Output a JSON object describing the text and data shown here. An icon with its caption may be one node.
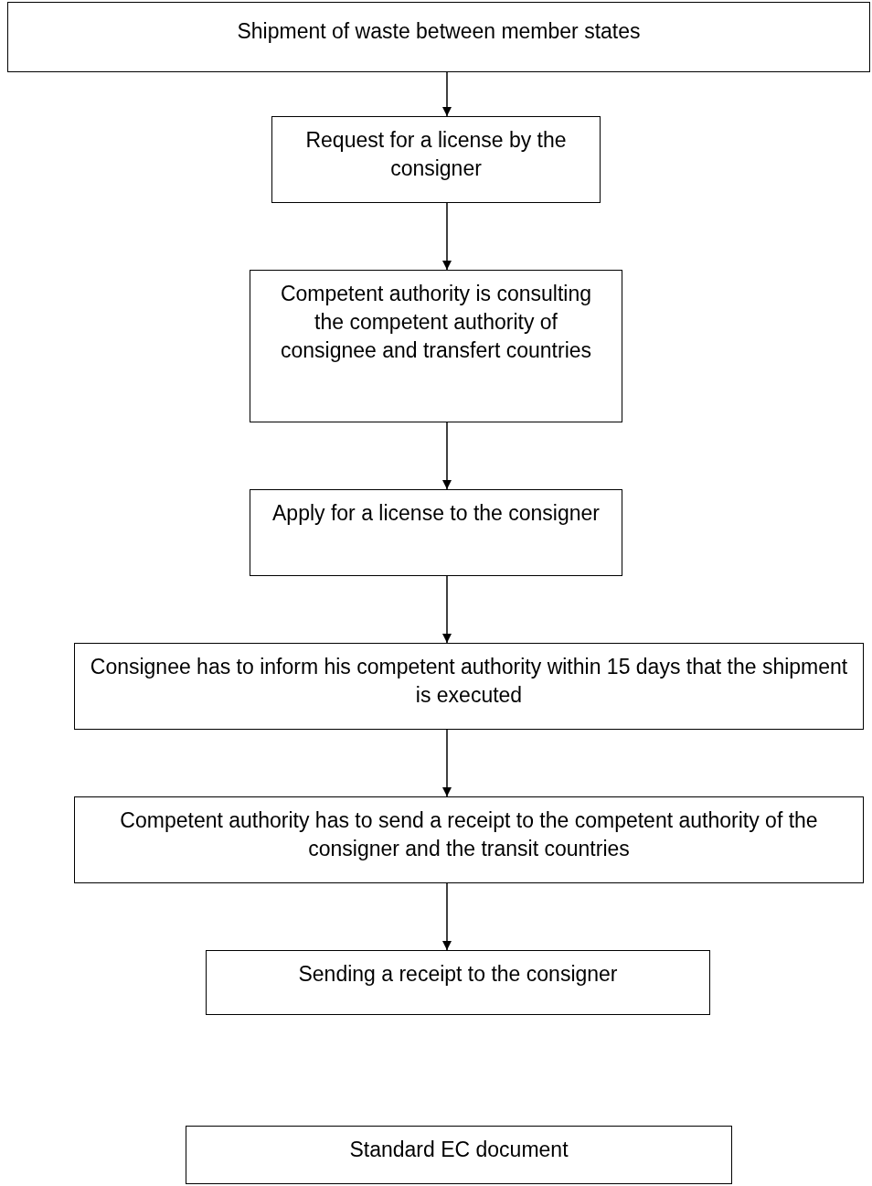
{
  "diagram": {
    "nodes": [
      {
        "text": [
          "Shipment of waste between member states"
        ]
      },
      {
        "text": [
          "Request for a license by the consigner"
        ]
      },
      {
        "text": [
          "Competent authority is consulting the competent authority of consignee and transfert countries"
        ]
      },
      {
        "text": [
          "Apply for a license to the consigner"
        ]
      },
      {
        "text": [
          "Consignee has to inform his competent authority within 15 days that the shipment is executed"
        ]
      },
      {
        "text": [
          "Competent authority has to send a receipt to the competent authority of the consigner and the transit countries"
        ]
      },
      {
        "text": [
          "Sending a receipt to the consigner"
        ]
      },
      {
        "text": [
          "Standard EC document"
        ]
      }
    ],
    "edges": [
      {
        "from": 0,
        "to": 1,
        "arrow": "to"
      },
      {
        "from": 1,
        "to": 2,
        "arrow": "to"
      },
      {
        "from": 2,
        "to": 3,
        "arrow": "to"
      },
      {
        "from": 3,
        "to": 4,
        "arrow": "to"
      },
      {
        "from": 4,
        "to": 5,
        "arrow": "to"
      },
      {
        "from": 5,
        "to": 6,
        "arrow": "to"
      }
    ]
  }
}
